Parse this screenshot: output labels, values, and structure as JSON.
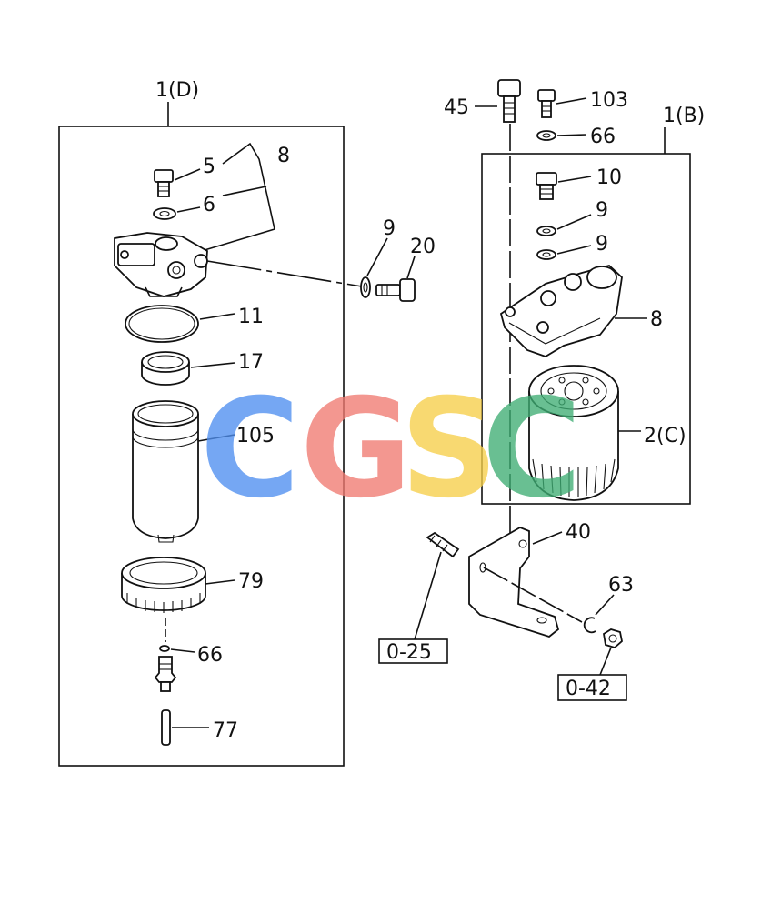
{
  "assemblies": {
    "left": "1(D)",
    "right": "1(B)"
  },
  "labels": {
    "l5": "5",
    "l8a": "8",
    "l6": "6",
    "l9a": "9",
    "l20": "20",
    "l11": "11",
    "l17": "17",
    "l105": "105",
    "l79": "79",
    "l66a": "66",
    "l77": "77",
    "l45": "45",
    "l103": "103",
    "l66b": "66",
    "l10": "10",
    "l9b": "9",
    "l9c": "9",
    "l8b": "8",
    "l2c": "2(C)",
    "l40": "40",
    "l63": "63"
  },
  "references": {
    "r025": "0-25",
    "r042": "0-42"
  },
  "watermark": {
    "letters": [
      "C",
      "G",
      "S",
      "C"
    ],
    "colors": [
      "#4f8ff0",
      "#f07a72",
      "#f7cf4a",
      "#3fae74"
    ]
  }
}
